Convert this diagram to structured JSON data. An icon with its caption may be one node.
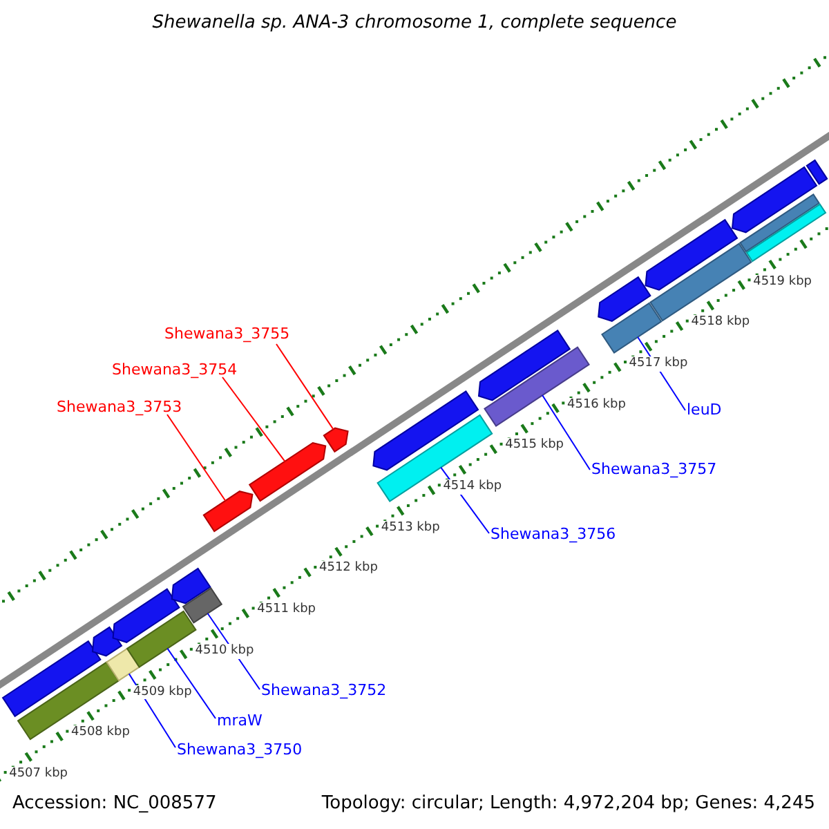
{
  "diagram": {
    "title": "Shewanella sp. ANA-3 chromosome 1, complete sequence",
    "nodes": [
      {
        "text": [
          "Shewana3_3755"
        ]
      },
      {
        "text": [
          "Shewana3_3754"
        ]
      },
      {
        "text": [
          "Shewana3_3753"
        ]
      },
      {
        "text": [
          "leuD"
        ]
      },
      {
        "text": [
          "Shewana3_3757"
        ]
      },
      {
        "text": [
          "Shewana3_3756"
        ]
      },
      {
        "text": [
          "Shewana3_3752"
        ]
      },
      {
        "text": [
          "mraW"
        ]
      },
      {
        "text": [
          "Shewana3_3750"
        ]
      },
      {
        "text": [],
        "shape": "bar"
      },
      {
        "text": [],
        "shape": "bar"
      },
      {
        "text": [],
        "shape": "bar"
      },
      {
        "text": [],
        "shape": "bar"
      },
      {
        "text": [],
        "shape": "bar"
      },
      {
        "text": [],
        "shape": "bar"
      },
      {
        "text": [],
        "shape": "bar"
      },
      {
        "text": [],
        "shape": "bar"
      },
      {
        "text": [],
        "shape": "bar"
      },
      {
        "text": [],
        "shape": "bar"
      },
      {
        "text": [],
        "shape": "bar"
      },
      {
        "text": [],
        "shape": "bar"
      },
      {
        "text": [],
        "shape": "bar"
      },
      {
        "text": [],
        "shape": "bar"
      },
      {
        "text": [],
        "shape": "bar"
      },
      {
        "text": [],
        "shape": "bar"
      },
      {
        "text": [],
        "shape": "bar"
      },
      {
        "text": [],
        "shape": "bar"
      },
      {
        "text": [],
        "shape": "bar"
      },
      {
        "text": [],
        "shape": "bar"
      },
      {
        "text": [],
        "shape": "bar"
      },
      {
        "text": [],
        "shape": "bar"
      },
      {
        "text": [],
        "shape": "bar"
      }
    ],
    "edges": [
      {
        "from": 0,
        "to": 19,
        "arrow": "none",
        "color": "#ff0000"
      },
      {
        "from": 1,
        "to": 18,
        "arrow": "none",
        "color": "#ff0000"
      },
      {
        "from": 2,
        "to": 17,
        "arrow": "none",
        "color": "#ff0000"
      },
      {
        "from": 3,
        "to": 24,
        "arrow": "none"
      },
      {
        "from": 4,
        "to": 22,
        "arrow": "none"
      },
      {
        "from": 5,
        "to": 20,
        "arrow": "none"
      },
      {
        "from": 6,
        "to": 16,
        "arrow": "none"
      },
      {
        "from": 7,
        "to": 14,
        "arrow": "none"
      },
      {
        "from": 8,
        "to": 12,
        "arrow": "none"
      }
    ],
    "labels": [
      "4519 kbp",
      "4518 kbp",
      "4517 kbp",
      "4516 kbp",
      "4515 kbp",
      "4514 kbp",
      "4513 kbp",
      "4512 kbp",
      "4511 kbp",
      "4510 kbp",
      "4509 kbp",
      "4508 kbp",
      "4507 kbp",
      "Accession: NC_008577",
      "Topology: circular; Length: 4,972,204 bp; Genes: 4,245"
    ]
  }
}
